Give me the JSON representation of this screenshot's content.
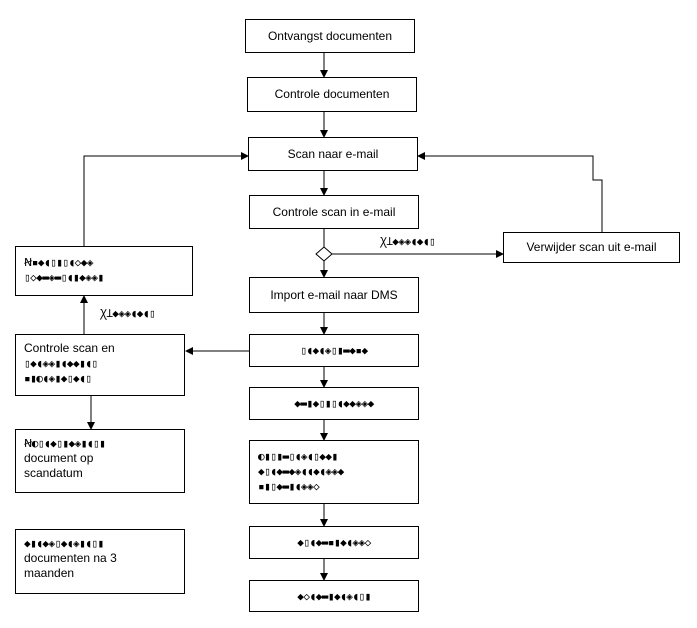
{
  "diagram": {
    "nodes": {
      "ontvangst": {
        "lines": [
          "Ontvangst documenten"
        ]
      },
      "controle_documenten": {
        "lines": [
          "Controle documenten"
        ]
      },
      "scan_naar_email": {
        "lines": [
          "Scan naar e-mail"
        ]
      },
      "controle_scan_email": {
        "lines": [
          "Controle scan in e-mail"
        ]
      },
      "verwijder_scan": {
        "lines": [
          "Verwijder scan uit e-mail"
        ]
      },
      "left_top_garbled": {
        "lines": [
          "Ꞥ▪◆◖▯▮▯◖◇◆◈",
          "▯◇◆▬◈▬▯◖▮◆◈◈▮"
        ]
      },
      "import_email_dms": {
        "lines": [
          "Import e-mail naar DMS"
        ]
      },
      "center_garbled_1": {
        "lines": [
          "▯◖◆◖◈▯▮▬◆▪◆"
        ]
      },
      "center_garbled_2": {
        "lines": [
          "◆▬▮◆▯▮▯◖◆◆◈◈◆"
        ]
      },
      "center_garbled_3": {
        "lines": [
          "◐▮▯▮▬▯◖◈◖▯◆◆▮",
          "◆▯◖◆▬◆◈◖◖◆◖◈◈◆",
          "▪▮▯◆▬▮◖◈◈◇"
        ]
      },
      "center_garbled_4": {
        "lines": [
          "◆▯◖◆▬▪▮◆◖◈◈◇"
        ]
      },
      "center_garbled_5": {
        "lines": [
          "◆◇◖◆▬▮◆◖◈◖▯▮"
        ]
      },
      "controle_scan_en": {
        "lines": [
          "Controle scan en",
          "▯◆◖◈◈▮◖◆◆▮◖▯",
          "▪▮◐◖◈▮◆▯◆◖▯"
        ]
      },
      "left_doc_scandatum": {
        "lines": [
          "Ꞥ◐▯◖◆▯▮◆◈▮◖▯▮",
          "document op",
          "scandatum"
        ]
      },
      "left_doc_3maanden": {
        "lines": [
          "◆▮◖◆◈▯◆◖◈▮◖▯▮",
          "documenten na 3",
          "maanden"
        ]
      }
    },
    "edge_labels": {
      "right_branch": "ꞳꞱ◆◈◈◖◆◖▯",
      "left_branch": "ꞳꞱ◆◈◈◖◆◖▯"
    }
  }
}
